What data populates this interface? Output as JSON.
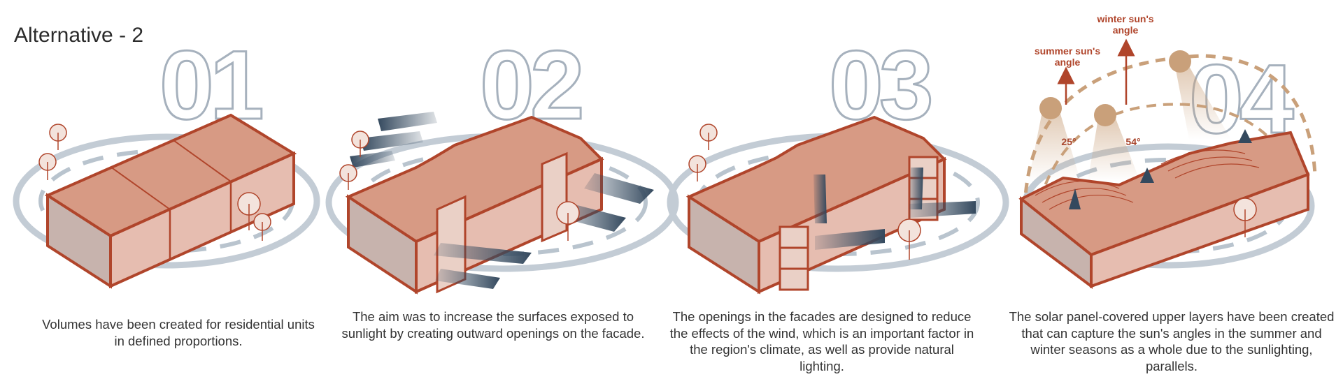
{
  "title": "Alternative - 2",
  "panels": [
    {
      "number": "01",
      "caption": "Volumes have been created for residential units in defined proportions."
    },
    {
      "number": "02",
      "caption": "The aim was to increase the surfaces exposed to sunlight by creating outward openings on the facade."
    },
    {
      "number": "03",
      "caption": "The openings in the facades are designed to reduce the effects of the wind, which is an important factor in the region's climate, as well as provide natural lighting."
    },
    {
      "number": "04",
      "caption": "The solar panel-covered upper layers have been created that can capture the sun's angles in the summer and winter seasons as a whole due to the sunlighting, parallels."
    }
  ],
  "sun_labels": {
    "summer_line1": "summer sun's",
    "summer_line2": "angle",
    "winter_line1": "winter sun's",
    "winter_line2": "angle",
    "angle_summer": "25°",
    "angle_winter": "54°"
  },
  "colors": {
    "building_top": "#d79a84",
    "building_side": "#e8bcae",
    "building_outline": "#b0452b",
    "ground_ring": "#c3ccd5",
    "arrow_dark": "#34495e",
    "sun": "#c9a07a"
  }
}
